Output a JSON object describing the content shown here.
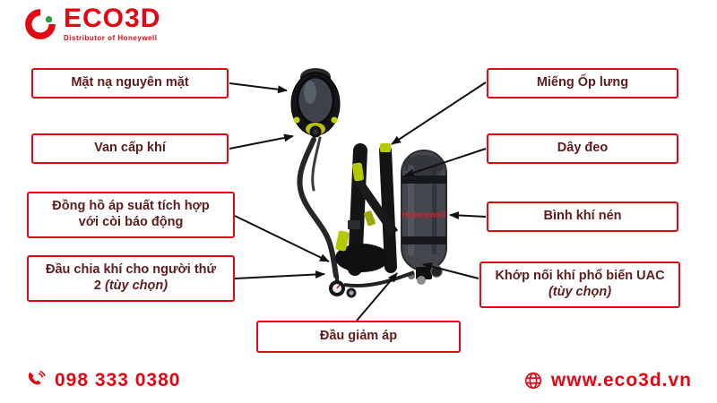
{
  "logo": {
    "title": "ECO3D",
    "tagline": "Distributor of Honeywell"
  },
  "callouts": {
    "full_face_mask": {
      "line1": "Mặt nạ nguyên mặt"
    },
    "air_supply_valve": {
      "line1": "Van cấp khí"
    },
    "pressure_gauge": {
      "line1": "Đồng hồ áp suất  tích hợp",
      "line2": "với còi báo động"
    },
    "second_user_splitter": {
      "line1": "Đầu chia khí cho người thứ",
      "line2_prefix": "2 ",
      "line2_italic": "(tùy chọn)"
    },
    "back_plate": {
      "line1": "Miếng Ốp lưng"
    },
    "harness_strap": {
      "line1": "Dây đeo"
    },
    "air_cylinder": {
      "line1": "Bình khí nén"
    },
    "uac_connector": {
      "line1": "Khớp nối khí phổ biến UAC",
      "line2_italic": "(tùy chọn)"
    },
    "pressure_reducer": {
      "line1": "Đầu giảm áp"
    }
  },
  "device": {
    "brand": "Honeywell"
  },
  "footer": {
    "phone": "098 333 0380",
    "website": "www.eco3d.vn"
  },
  "colors": {
    "accent_red": "#e30613",
    "label_text": "#5e1c1c",
    "hiviz_yellow": "#b5c900"
  }
}
